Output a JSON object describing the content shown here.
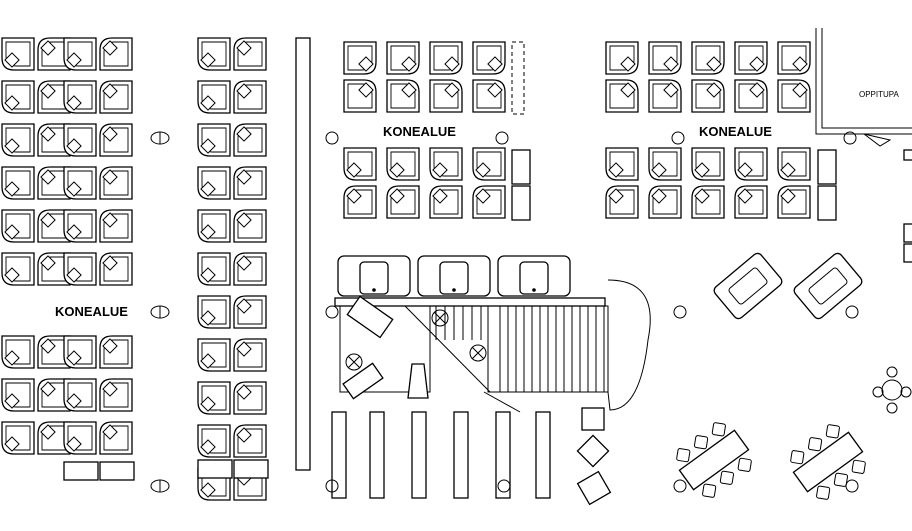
{
  "labels": {
    "area_left": "KONEALUE",
    "area_center": "KONEALUE",
    "area_right": "KONEALUE",
    "room": "OPPITUPA"
  },
  "icons": {
    "workstation": "workstation-desk-icon",
    "chair": "chair-icon",
    "pillar": "pillar-icon",
    "outlet": "outlet-icon",
    "stair": "staircase-icon"
  }
}
